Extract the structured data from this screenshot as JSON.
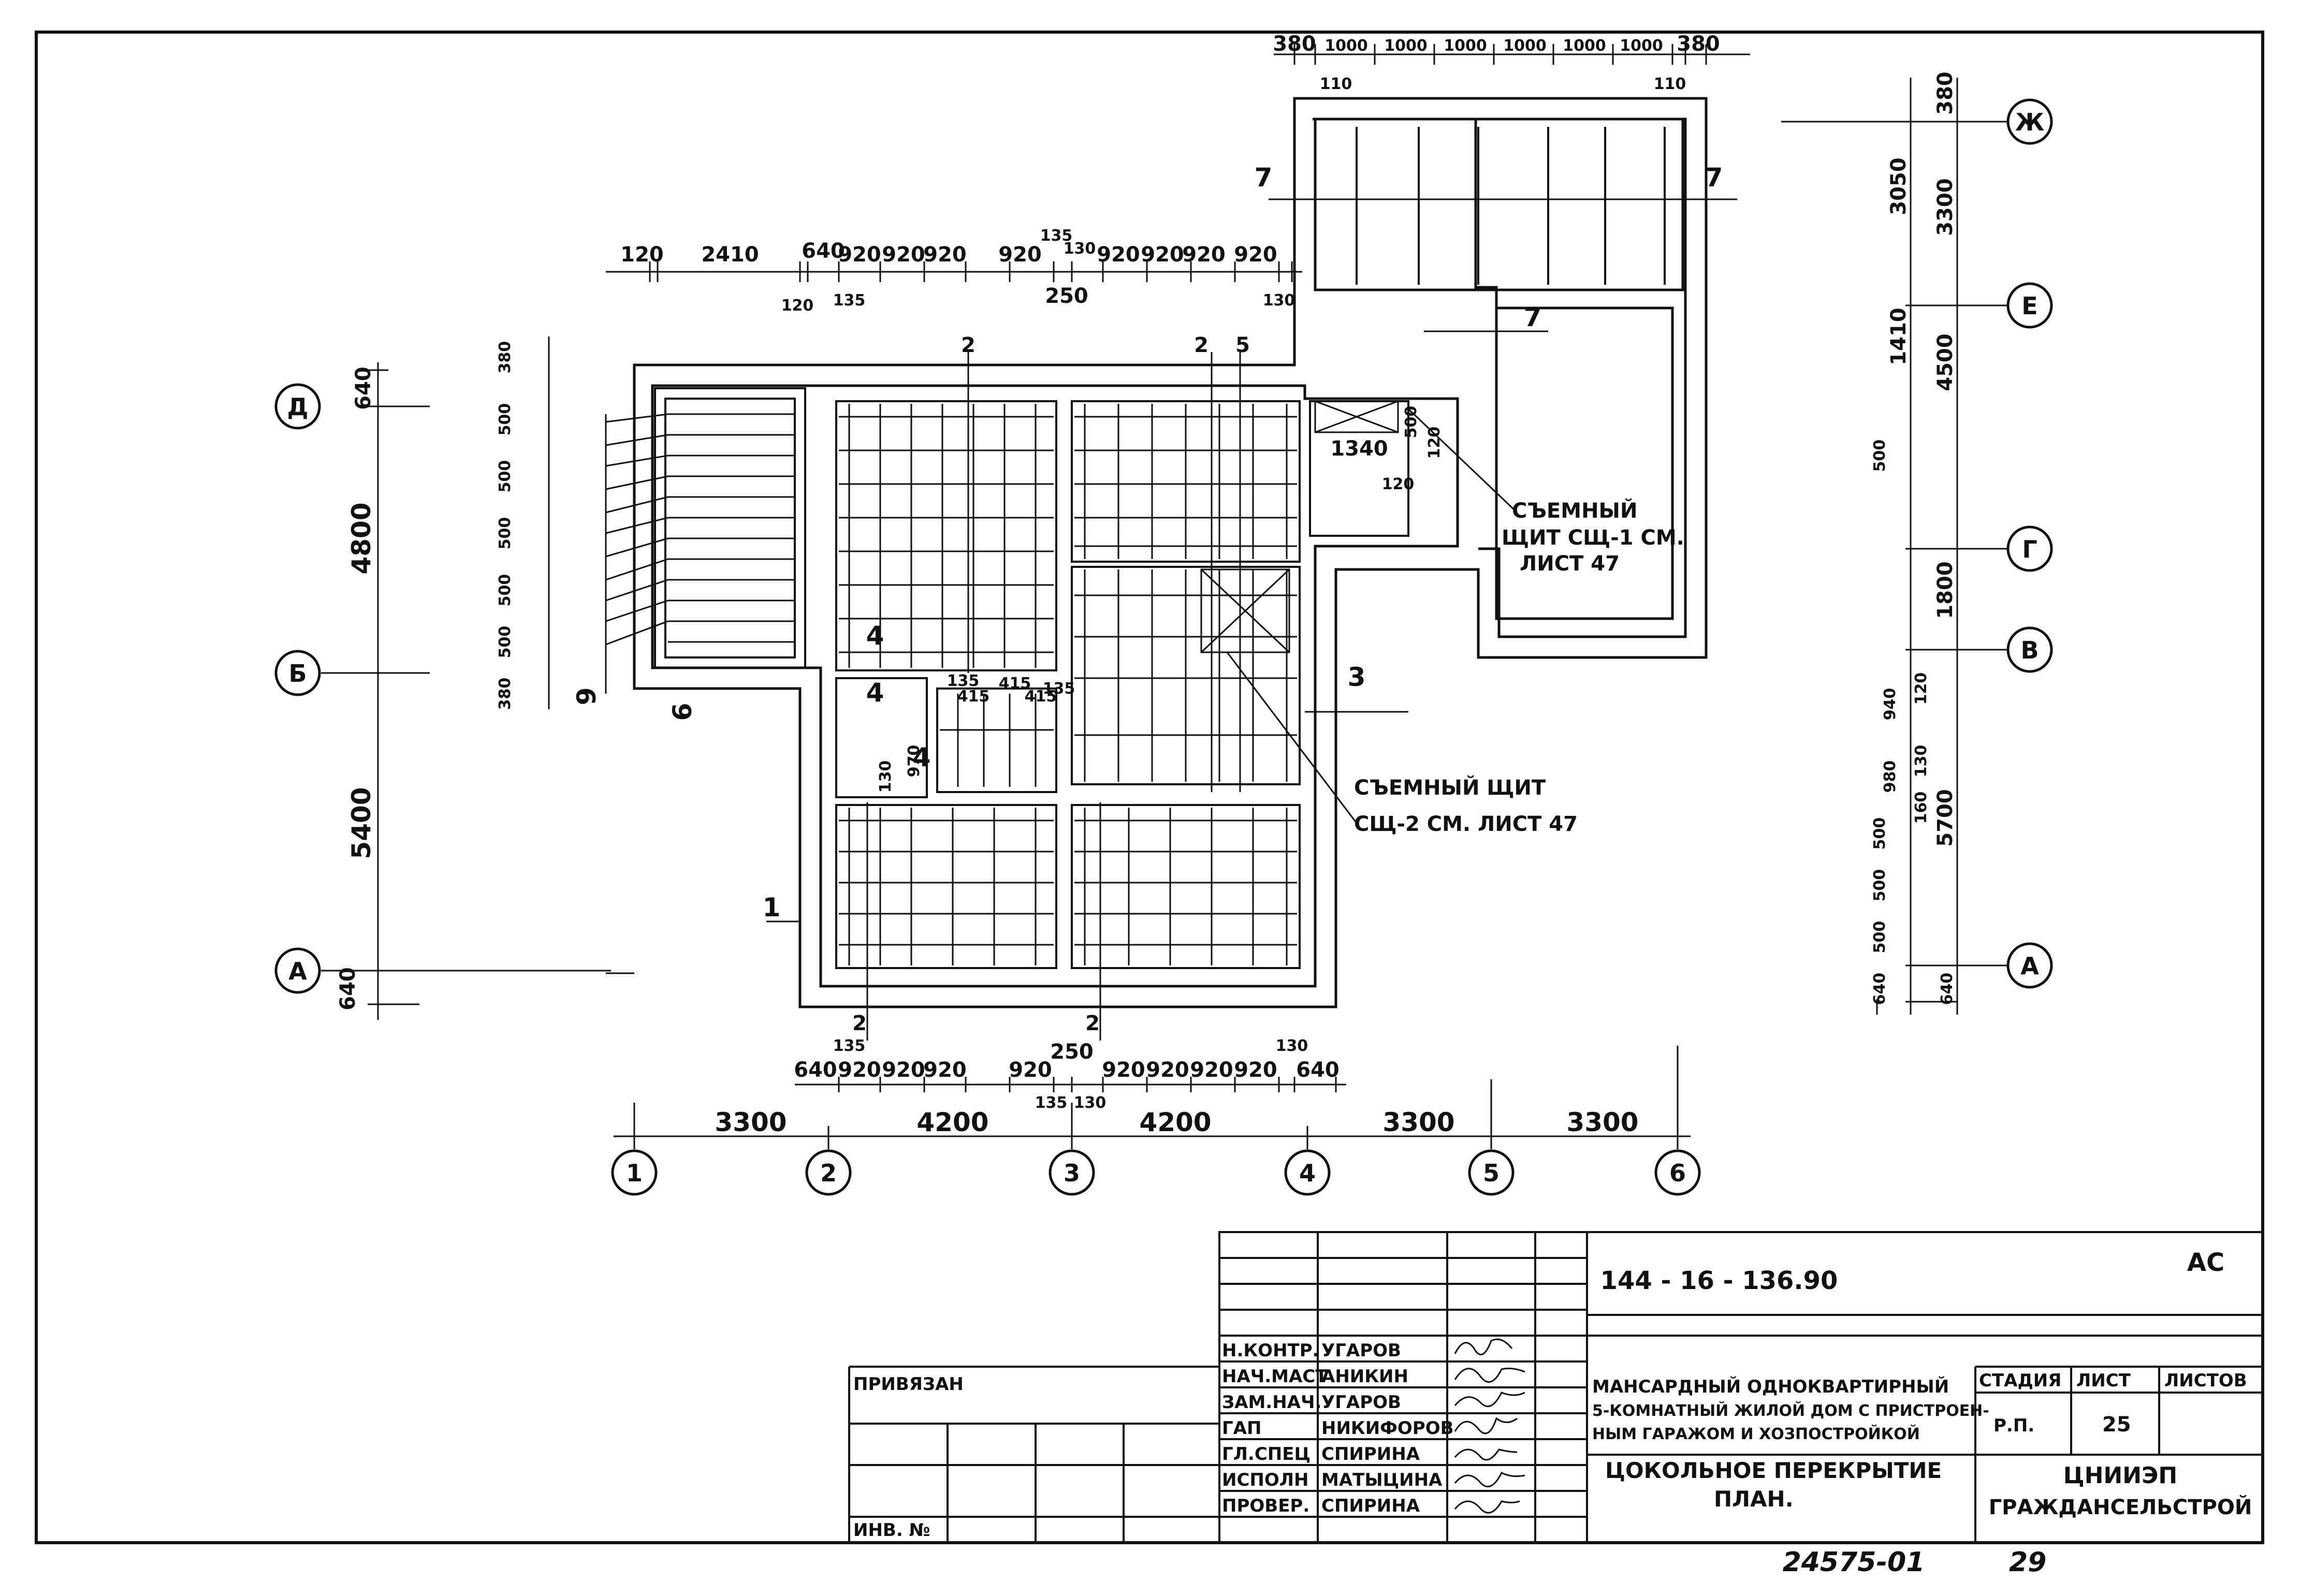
{
  "drawing": {
    "axes_bottom": [
      "1",
      "2",
      "3",
      "4",
      "5",
      "6"
    ],
    "axes_left": [
      "Д",
      "Б",
      "А"
    ],
    "axes_right": [
      "Ж",
      "Е",
      "Г",
      "В",
      "А"
    ],
    "bottom_spans": [
      "3300",
      "4200",
      "4200",
      "3300",
      "3300"
    ],
    "bottom_detail": [
      "640",
      "920",
      "920",
      "920",
      "920",
      "250",
      "920",
      "920",
      "920",
      "920",
      "640"
    ],
    "bottom_small": [
      "135",
      "135",
      "130",
      "130"
    ],
    "top_detail": [
      "120",
      "2410",
      "640",
      "920",
      "920",
      "920",
      "920",
      "130",
      "920",
      "920",
      "920",
      "920"
    ],
    "top_small": [
      "120",
      "135",
      "135",
      "250",
      "130"
    ],
    "garage_top": [
      "380",
      "1000",
      "1000",
      "1000",
      "1000",
      "1000",
      "1000",
      "380"
    ],
    "garage_small": [
      "110",
      "110"
    ],
    "left_dims": [
      "640",
      "4800",
      "5400",
      "640"
    ],
    "left_inner": [
      "380",
      "500",
      "500",
      "500",
      "500",
      "500",
      "380"
    ],
    "right_dims": [
      "380",
      "3050",
      "3300",
      "1410",
      "4500",
      "1800",
      "5700",
      "640"
    ],
    "right_inner": [
      "640",
      "500",
      "500",
      "500",
      "500",
      "980",
      "940",
      "120",
      "160",
      "130"
    ],
    "hatch_labels": [
      "1340",
      "120",
      "500",
      "120"
    ],
    "pos_labels": [
      "1",
      "2",
      "3",
      "4",
      "5",
      "6",
      "7",
      "9"
    ],
    "room_labels": [
      "415",
      "415",
      "415",
      "135",
      "135",
      "970",
      "130"
    ],
    "note1": [
      "СЪЕМНЫЙ",
      "ЩИТ СЩ-1 СМ.",
      "ЛИСТ 47"
    ],
    "note2": [
      "СЪЕМНЫЙ ЩИТ",
      "СЩ-2 СМ. ЛИСТ 47"
    ]
  },
  "title_block": {
    "code": "144 - 16 - 136.90",
    "ac": "АС",
    "roles": [
      "Н.КОНТР.",
      "НАЧ.МАСТ",
      "ЗАМ.НАЧ.",
      "ГАП",
      "ГЛ.СПЕЦ",
      "ИСПОЛН",
      "ПРОВЕР."
    ],
    "names": [
      "УГАРОВ",
      "АНИКИН",
      "УГАРОВ",
      "НИКИФОРОВ",
      "СПИРИНА",
      "МАТЫЦИНА",
      "СПИРИНА"
    ],
    "project": [
      "МАНСАРДНЫЙ ОДНОКВАРТИРНЫЙ",
      "5-КОМНАТНЫЙ ЖИЛОЙ ДОМ С ПРИСТРОЕН-",
      "НЫМ ГАРАЖОМ И ХОЗПОСТРОЙКОЙ"
    ],
    "sheet_title": [
      "ЦОКОЛЬНОЕ ПЕРЕКРЫТИЕ",
      "ПЛАН."
    ],
    "stage_label": "СТАДИЯ",
    "sheet_label": "ЛИСТ",
    "sheets_label": "ЛИСТОВ",
    "stage": "Р.П.",
    "sheet": "25",
    "org": [
      "ЦНИИЭП",
      "ГРАЖДАНСЕЛЬСТРОЙ"
    ],
    "privyazan": "ПРИВЯЗАН",
    "inv": "ИНВ. №"
  },
  "footer": {
    "number": "24575-01",
    "page": "29"
  }
}
